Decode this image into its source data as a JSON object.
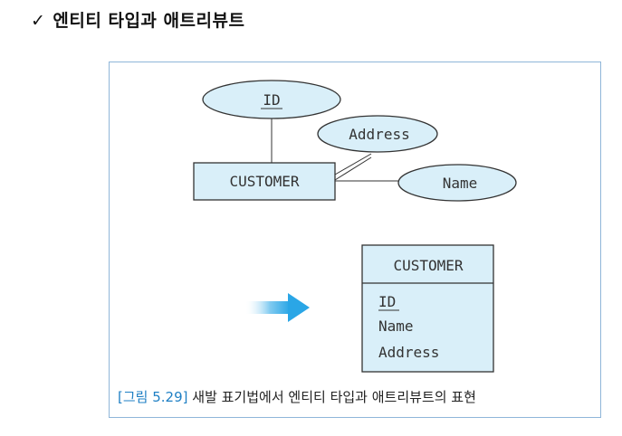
{
  "heading": {
    "check": "✓",
    "text": "엔티티 타입과 애트리뷰트"
  },
  "er_diagram": {
    "entity": "CUSTOMER",
    "attributes": [
      "ID",
      "Address",
      "Name"
    ],
    "key_attribute": "ID"
  },
  "crows_foot": {
    "entity": "CUSTOMER",
    "attributes": [
      "ID",
      "Name",
      "Address"
    ]
  },
  "caption": {
    "label": "[그림 5.29]",
    "text": "새발 표기법에서 엔티티 타입과 애트리뷰트의 표현"
  },
  "colors": {
    "shape_fill": "#d9eff9",
    "box_border": "#8fb6d9",
    "arrow": "#2aa6e6",
    "caption_label": "#1e7fc4"
  }
}
